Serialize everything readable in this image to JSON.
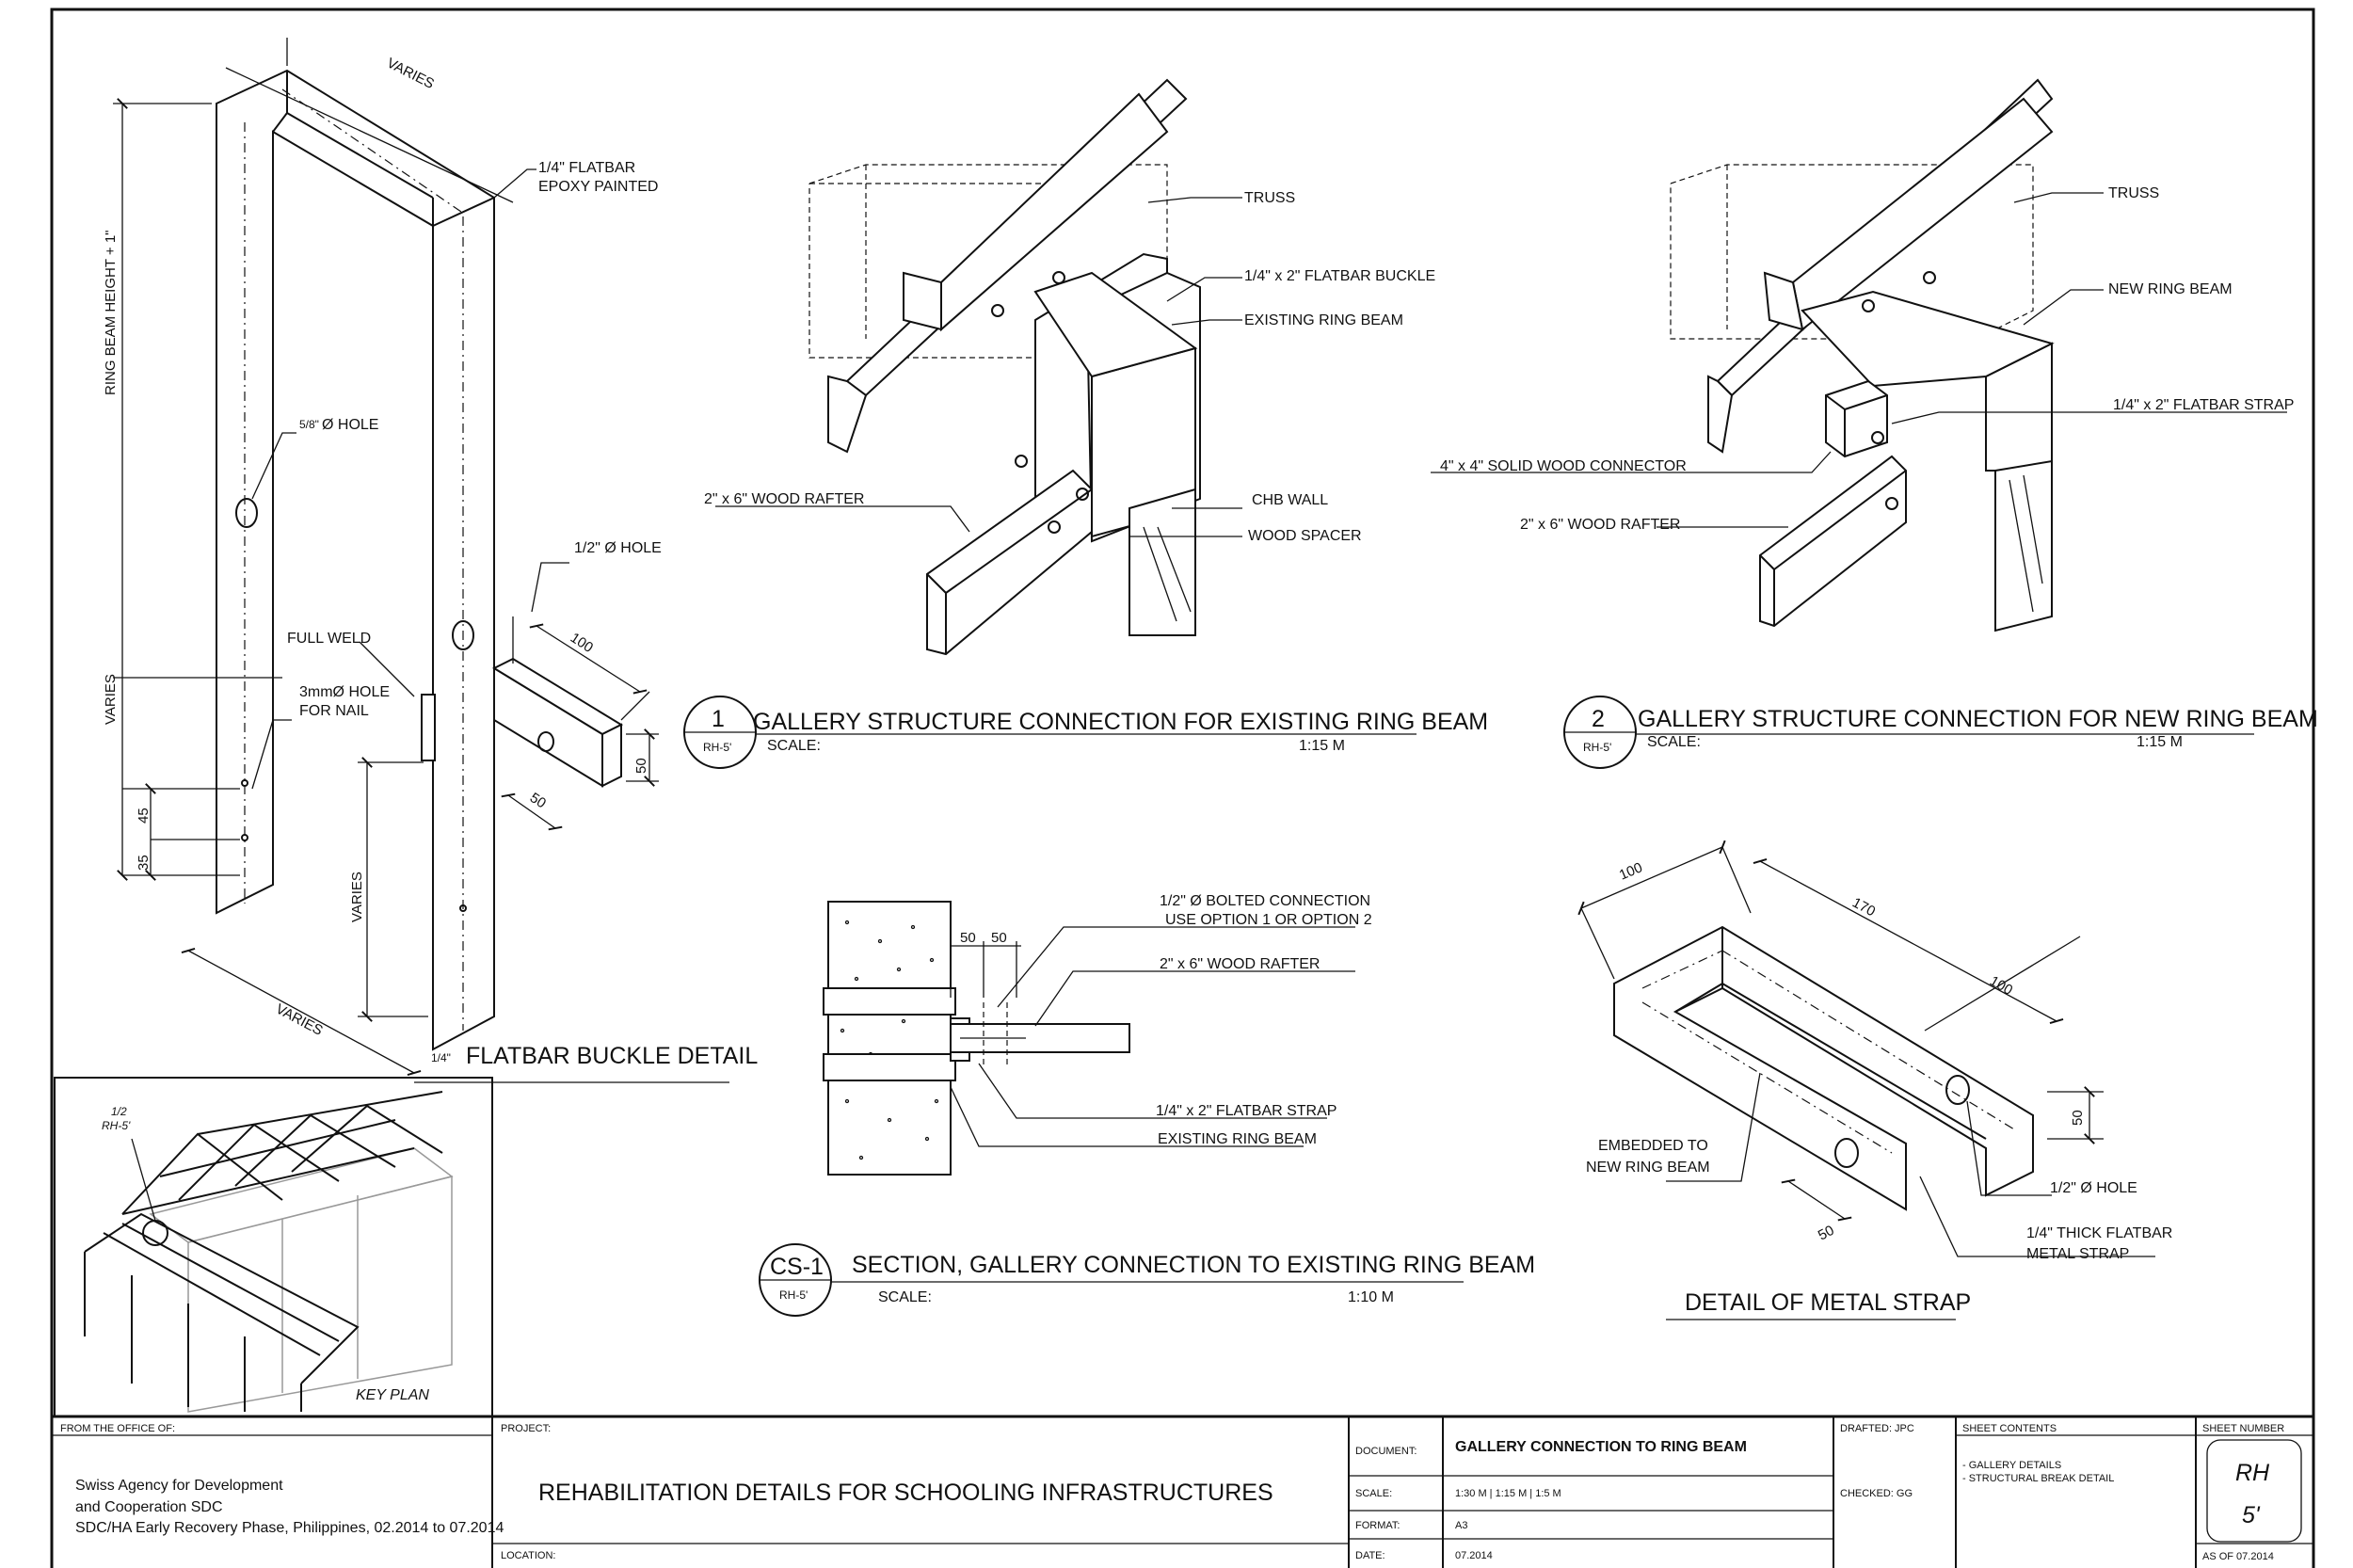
{
  "detail_a": {
    "title": "FLATBAR BUCKLE DETAIL",
    "title_fraction": "1/4\"",
    "labels": {
      "varies_top": "VARIES",
      "flatbar": "1/4\" FLATBAR",
      "epoxy": "EPOXY PAINTED",
      "ring_beam_height": "RING BEAM HEIGHT + 1\"",
      "hole_58": "Ø HOLE",
      "hole_58_frac": "5/8\"",
      "hole_half": "1/2\" Ø HOLE",
      "full_weld": "FULL WELD",
      "hole_3mm_1": "3mmØ HOLE",
      "hole_3mm_2": "FOR NAIL",
      "varies_left": "VARIES",
      "varies_mid": "VARIES",
      "varies_bottom": "VARIES",
      "dim_45": "45",
      "dim_35": "35",
      "dim_100": "100",
      "dim_50a": "50",
      "dim_50b": "50"
    }
  },
  "detail_1": {
    "number": "1",
    "sheet_ref": "RH-5'",
    "title": "GALLERY STRUCTURE CONNECTION FOR EXISTING RING BEAM",
    "scale_label": "SCALE:",
    "scale_value": "1:15 M",
    "labels": {
      "truss": "TRUSS",
      "buckle": "1/4\" x 2\" FLATBAR BUCKLE",
      "existing_ring_beam": "EXISTING RING BEAM",
      "rafter": "2\" x 6\" WOOD RAFTER",
      "chb_wall": "CHB WALL",
      "wood_spacer": "WOOD SPACER"
    }
  },
  "detail_2": {
    "number": "2",
    "sheet_ref": "RH-5'",
    "title": "GALLERY STRUCTURE CONNECTION FOR NEW RING BEAM",
    "scale_label": "SCALE:",
    "scale_value": "1:15 M",
    "labels": {
      "truss": "TRUSS",
      "new_ring_beam": "NEW RING BEAM",
      "strap": "1/4\" x 2\" FLATBAR STRAP",
      "connector": "4\" x 4\" SOLID WOOD CONNECTOR",
      "rafter": "2\" x 6\" WOOD RAFTER"
    }
  },
  "section_cs1": {
    "number": "CS-1",
    "sheet_ref": "RH-5'",
    "title": "SECTION, GALLERY CONNECTION TO EXISTING RING BEAM",
    "scale_label": "SCALE:",
    "scale_value": "1:10 M",
    "labels": {
      "bolted_1": "1/2\" Ø BOLTED CONNECTION",
      "bolted_2": "USE OPTION 1 OR OPTION 2",
      "rafter": "2\" x 6\" WOOD RAFTER",
      "strap": "1/4\" x 2\" FLATBAR STRAP",
      "existing_ring_beam": "EXISTING RING BEAM",
      "dim_50a": "50",
      "dim_50b": "50"
    }
  },
  "detail_strap": {
    "title": "DETAIL OF METAL STRAP",
    "labels": {
      "dim_100a": "100",
      "dim_170": "170",
      "dim_100b": "100",
      "dim_50a": "50",
      "dim_50b": "50",
      "embedded_1": "EMBEDDED TO",
      "embedded_2": "NEW RING BEAM",
      "hole": "1/2\" Ø HOLE",
      "thick_1": "1/4\" THICK FLATBAR",
      "thick_2": "METAL STRAP"
    }
  },
  "key_plan": {
    "title": "KEY PLAN",
    "ref_num": "1/2",
    "ref_sheet": "RH-5'"
  },
  "title_block": {
    "office_label": "FROM THE OFFICE OF:",
    "office_line1": "Swiss Agency for Development",
    "office_line2": "and Cooperation   SDC",
    "office_line3": "SDC/HA Early Recovery Phase, Philippines, 02.2014 to 07.2014",
    "project_label": "PROJECT:",
    "project_name": "REHABILITATION DETAILS FOR SCHOOLING INFRASTRUCTURES",
    "location_label": "LOCATION:",
    "document_label": "DOCUMENT:",
    "document_value": "GALLERY CONNECTION TO RING BEAM",
    "scale_label": "SCALE:",
    "scale_value": "1:30 M  |  1:15 M  |  1:5 M",
    "format_label": "FORMAT:",
    "format_value": "A3",
    "date_label": "DATE:",
    "date_value": "07.2014",
    "drafted": "DRAFTED: JPC",
    "checked": "CHECKED: GG",
    "contents_label": "SHEET CONTENTS",
    "contents_1": "- GALLERY DETAILS",
    "contents_2": "- STRUCTURAL BREAK DETAIL",
    "sheet_number_label": "SHEET NUMBER",
    "sheet_number_1": "RH",
    "sheet_number_2": "5'",
    "as_of": "AS OF 07.2014"
  }
}
